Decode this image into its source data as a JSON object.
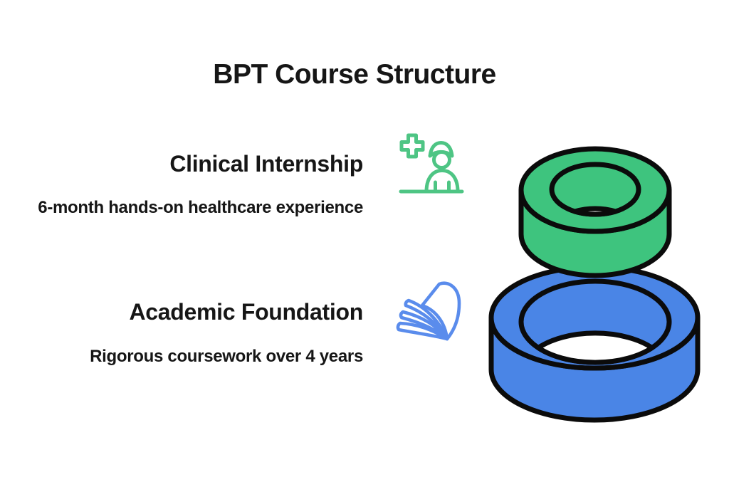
{
  "page": {
    "title": "BPT Course Structure",
    "background": "#ffffff",
    "text_color": "#161616"
  },
  "sections": [
    {
      "heading": "Clinical Internship",
      "description": "6-month hands-on healthcare experience",
      "icon": "nurse-with-medical-cross-icon",
      "icon_color": "#4EC584",
      "ring_color": "#3EC47E"
    },
    {
      "heading": "Academic Foundation",
      "description": "Rigorous coursework over 4 years",
      "icon": "open-book-pages-icon",
      "icon_color": "#5A8CEC",
      "ring_color": "#4A85E6"
    }
  ],
  "illustration": {
    "type": "isometric-stacked-rings",
    "outline_color": "#0B0B0B",
    "rings": [
      {
        "position": "top",
        "color": "#3EC47E"
      },
      {
        "position": "bottom",
        "color": "#4A85E6"
      }
    ]
  }
}
